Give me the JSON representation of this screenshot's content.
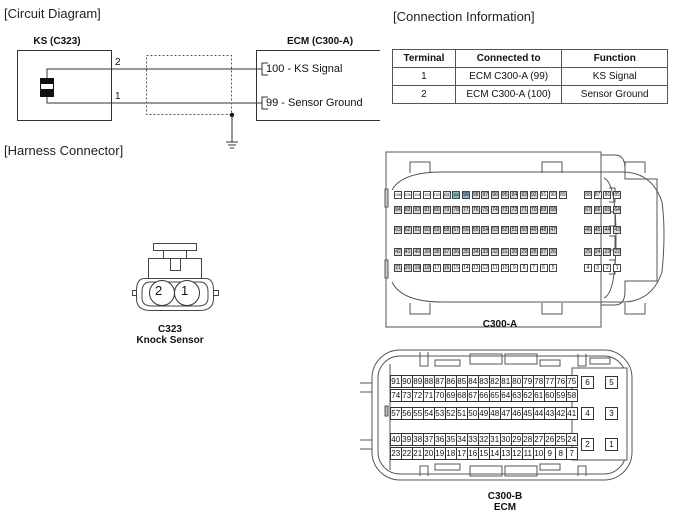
{
  "sections": {
    "circuit_diagram": "[Circuit Diagram]",
    "connection_information": "[Connection Information]",
    "harness_connector": "[Harness Connector]"
  },
  "circuit": {
    "sensor_box_title": "KS (C323)",
    "ecm_box_title": "ECM (C300-A)",
    "wire_2_label": "2",
    "wire_1_label": "1",
    "ecm_pin_signal": "100 - KS Signal",
    "ecm_pin_ground": "99 - Sensor Ground"
  },
  "connection_table": {
    "headers": [
      "Terminal",
      "Connected to",
      "Function"
    ],
    "rows": [
      {
        "terminal": "1",
        "connected_to": "ECM C300-A (99)",
        "function": "KS Signal"
      },
      {
        "terminal": "2",
        "connected_to": "ECM C300-A (100)",
        "function": "Sensor Ground"
      }
    ]
  },
  "connectors": {
    "c323": {
      "pins": [
        "2",
        "1"
      ],
      "name": "C323",
      "description": "Knock Sensor"
    },
    "c300a": {
      "name": "C300-A",
      "highlight_color": "#7fb6c2",
      "highlighted_pins": [
        "100",
        "99"
      ],
      "rows": [
        {
          "main": [
            "106",
            "105",
            "104",
            "103",
            "102",
            "101",
            "100",
            "99",
            "98",
            "97",
            "96",
            "95",
            "94",
            "93",
            "92",
            "91",
            "90",
            "89"
          ],
          "side": [
            "88",
            "87",
            "86",
            "85"
          ]
        },
        {
          "main": [
            "84",
            "83",
            "82",
            "81",
            "80",
            "79",
            "78",
            "77",
            "76",
            "75",
            "74",
            "73",
            "72",
            "71",
            "70",
            "69",
            "68"
          ],
          "side": [
            "67",
            "66",
            "65",
            "64"
          ]
        },
        {
          "main": [
            "63",
            "62",
            "61",
            "60",
            "59",
            "58",
            "57",
            "56",
            "55",
            "54",
            "53",
            "52",
            "51",
            "50",
            "49",
            "48",
            "47"
          ],
          "side": [
            "46",
            "45",
            "44",
            "43"
          ]
        },
        {
          "main": [
            "42",
            "41",
            "40",
            "39",
            "38",
            "37",
            "36",
            "35",
            "34",
            "33",
            "32",
            "31",
            "30",
            "29",
            "28",
            "27",
            "26"
          ],
          "side": [
            "25",
            "24",
            "23",
            "22"
          ]
        },
        {
          "main": [
            "21",
            "20",
            "19",
            "18",
            "17",
            "16",
            "15",
            "14",
            "13",
            "12",
            "11",
            "10",
            "9",
            "8",
            "7",
            "6",
            "5"
          ],
          "side": [
            "4",
            "3",
            "2",
            "1"
          ]
        }
      ]
    },
    "c300b": {
      "name": "C300-B",
      "description": "ECM",
      "rows": [
        [
          "91",
          "90",
          "89",
          "88",
          "87",
          "86",
          "85",
          "84",
          "83",
          "82",
          "81",
          "80",
          "79",
          "78",
          "77",
          "76",
          "75"
        ],
        [
          "74",
          "73",
          "72",
          "71",
          "70",
          "69",
          "68",
          "67",
          "66",
          "65",
          "64",
          "63",
          "62",
          "61",
          "60",
          "59",
          "58"
        ],
        [
          "57",
          "56",
          "55",
          "54",
          "53",
          "52",
          "51",
          "50",
          "49",
          "48",
          "47",
          "46",
          "45",
          "44",
          "43",
          "42",
          "41"
        ],
        [
          "40",
          "39",
          "38",
          "37",
          "36",
          "35",
          "34",
          "33",
          "32",
          "31",
          "30",
          "29",
          "28",
          "27",
          "26",
          "25",
          "24"
        ],
        [
          "23",
          "22",
          "21",
          "20",
          "19",
          "18",
          "17",
          "16",
          "15",
          "14",
          "13",
          "12",
          "11",
          "10",
          "9",
          "8",
          "7"
        ]
      ],
      "power_pins": [
        [
          "6",
          "5"
        ],
        [
          "4",
          "3"
        ],
        [
          "2",
          "1"
        ]
      ]
    }
  }
}
